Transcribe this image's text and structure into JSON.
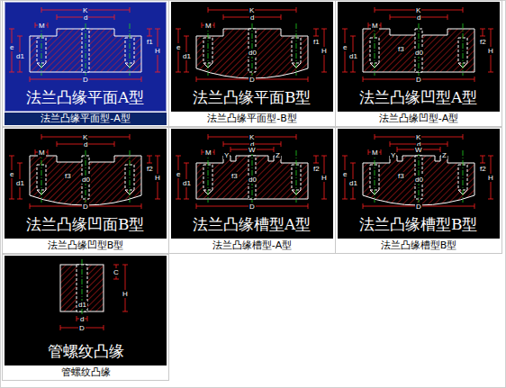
{
  "diagram": {
    "nodes": [
      {
        "text": [
          "法兰凸缘平面A型",
          "法兰凸缘平面型-A型"
        ]
      },
      {
        "text": [
          "法兰凸缘平面B型",
          "法兰凸缘平面型-B型"
        ]
      },
      {
        "text": [
          "法兰凸缘凹型A型",
          "法兰凸缘凹型-A型"
        ]
      },
      {
        "text": [
          "法兰凸缘凹面B型",
          "法兰凸缘凹型B型"
        ]
      },
      {
        "text": [
          "法兰凸缘槽型A型",
          "法兰凸缘槽型-A型"
        ]
      },
      {
        "text": [
          "法兰凸缘槽型B型",
          "法兰凸缘槽型B型"
        ]
      },
      {
        "text": [
          "管螺纹凸缘",
          "管螺纹凸缘"
        ]
      }
    ],
    "labels": [
      "K",
      "d",
      "M",
      "e",
      "d1",
      "H",
      "f1",
      "D",
      "K",
      "d",
      "M",
      "e",
      "d1",
      "d0",
      "H",
      "f1",
      "D",
      "K",
      "d",
      "M",
      "e",
      "d1",
      "f3",
      "d0",
      "H",
      "f2",
      "D",
      "K",
      "d",
      "M",
      "e",
      "d1",
      "f3",
      "d0",
      "H",
      "f2",
      "D",
      "K",
      "d",
      "W",
      "Y",
      "Z",
      "M",
      "e",
      "d1",
      "f3",
      "d0",
      "H",
      "f2",
      "D",
      "K",
      "d",
      "W",
      "Y",
      "Z",
      "M",
      "e",
      "d1",
      "f3",
      "d0",
      "H",
      "f2",
      "D",
      "d1",
      "C",
      "H",
      "d",
      "D"
    ]
  }
}
